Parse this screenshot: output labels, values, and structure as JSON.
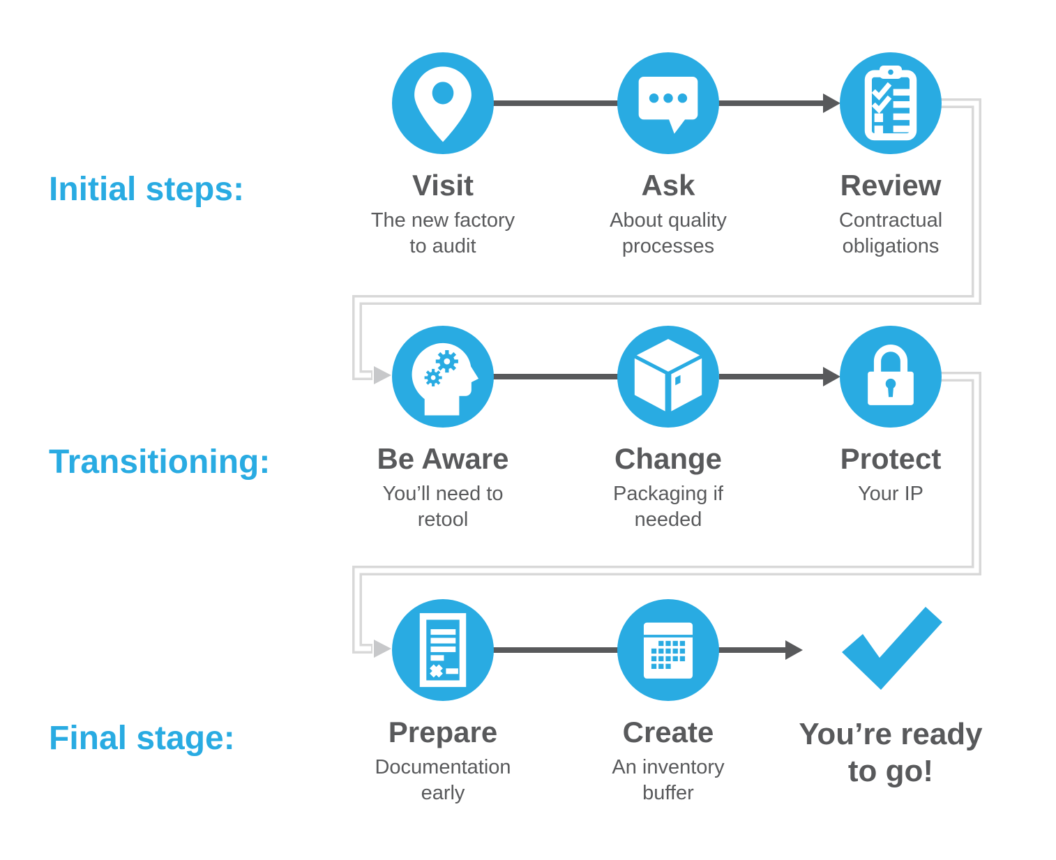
{
  "colors": {
    "accent_blue": "#29ABE2",
    "dark_gray": "#58595B",
    "pipe_gray": "#D8D8D8",
    "background": "#FFFFFF"
  },
  "rows": [
    {
      "label": "Initial steps:",
      "steps": [
        {
          "icon": "map-pin-icon",
          "title": "Visit",
          "desc": "The new factory\nto audit"
        },
        {
          "icon": "chat-bubble-icon",
          "title": "Ask",
          "desc": "About quality\nprocesses"
        },
        {
          "icon": "clipboard-checklist-icon",
          "title": "Review",
          "desc": "Contractual\nobligations"
        }
      ]
    },
    {
      "label": "Transitioning:",
      "steps": [
        {
          "icon": "head-gears-icon",
          "title": "Be Aware",
          "desc": "You’ll need to\nretool"
        },
        {
          "icon": "package-box-icon",
          "title": "Change",
          "desc": "Packaging if\nneeded"
        },
        {
          "icon": "padlock-icon",
          "title": "Protect",
          "desc": "Your IP"
        }
      ]
    },
    {
      "label": "Final stage:",
      "steps": [
        {
          "icon": "document-icon",
          "title": "Prepare",
          "desc": "Documentation\nearly"
        },
        {
          "icon": "calendar-icon",
          "title": "Create",
          "desc": "An inventory\nbuffer"
        }
      ],
      "final": {
        "icon": "checkmark-icon",
        "text": "You’re ready\nto go!"
      }
    }
  ]
}
